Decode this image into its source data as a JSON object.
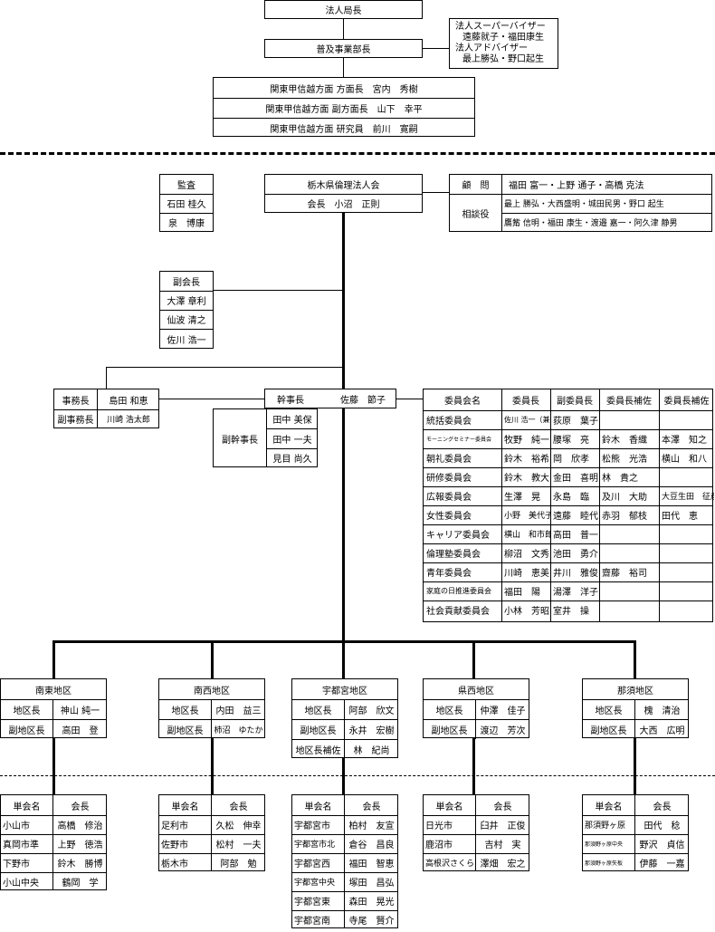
{
  "top": {
    "director": "法人局長",
    "promo_head": "普及事業部長",
    "advisors": [
      "法人スーパーバイザー",
      "遠藤就子・福田康生",
      "法人アドバイザー",
      "最上勝弘・野口起生"
    ],
    "kanto": [
      "関東甲信越方面 方面長　宮内　秀樹",
      "関東甲信越方面 副方面長　山下　幸平",
      "関東甲信越方面 研究員　前川　寛嗣"
    ]
  },
  "org": {
    "name": "栃木県倫理法人会",
    "president": "会長　小沼　正則"
  },
  "audit": {
    "title": "監査",
    "members": [
      "石田 桂久",
      "泉　博康"
    ]
  },
  "advisory": {
    "komon_label": "顧　問",
    "komon": "福田 富一・上野 通子・高橋 克法",
    "sodan_label": "相談役",
    "sodan": [
      "最上 勝弘・大西盛明・城田民男・野口 起生",
      "鷹觜 信明・福田 康生・渡邉 嘉一・阿久津 静男"
    ]
  },
  "vice": {
    "title": "副会長",
    "members": [
      "大澤 章利",
      "仙波 清之",
      "佐川 浩一"
    ]
  },
  "secretariat": {
    "chief_label": "事務長",
    "chief": "島田 和恵",
    "sub_label": "副事務長",
    "sub": "川崎 浩太郎"
  },
  "kanji": {
    "label": "幹事長",
    "name": "佐藤　節子",
    "sub_label": "副幹事長",
    "subs": [
      "田中 美保",
      "田中 一夫",
      "見目 尚久"
    ]
  },
  "committees": {
    "headers": [
      "委員会名",
      "委員長",
      "副委員長",
      "委員長補佐",
      "委員長補佐"
    ],
    "rows": [
      [
        "統括委員会",
        "佐川 浩一（兼務）",
        "荻原　葉子",
        "",
        ""
      ],
      [
        "モーニングセミナー委員会",
        "牧野　純一",
        "腰塚　亮",
        "鈴木　香織",
        "本澤　知之"
      ],
      [
        "朝礼委員会",
        "鈴木　裕希",
        "岡　欣孝",
        "松熊　光浩",
        "横山　和八"
      ],
      [
        "研修委員会",
        "鈴木　教大",
        "金田　喜明",
        "林　貴之",
        ""
      ],
      [
        "広報委員会",
        "生澤　晃",
        "永島　臨",
        "及川　大助",
        "大豆生田　征彦"
      ],
      [
        "女性委員会",
        "小野　美代子",
        "遠藤　睦代",
        "赤羽　郁枝",
        "田代　恵"
      ],
      [
        "キャリア委員会",
        "横山　和市郎",
        "高田　普一",
        "",
        ""
      ],
      [
        "倫理塾委員会",
        "柳沼　文秀",
        "池田　勇介",
        "",
        ""
      ],
      [
        "青年委員会",
        "川崎　恵美",
        "井川　雅俊",
        "齋藤　裕司",
        ""
      ],
      [
        "家庭の日推進委員会",
        "福田　陽",
        "湯澤　洋子",
        "",
        ""
      ],
      [
        "社会貢献委員会",
        "小林　芳昭",
        "室井　操",
        "",
        ""
      ]
    ]
  },
  "districts": [
    {
      "name": "南東地区",
      "roles": [
        [
          "地区長",
          "神山 純一"
        ],
        [
          "副地区長",
          "高田　登"
        ]
      ],
      "branches": [
        [
          "小山市",
          "高橋　修治"
        ],
        [
          "真岡市準",
          "上野　徳浩"
        ],
        [
          "下野市",
          "鈴木　勝博"
        ],
        [
          "小山中央",
          "鶴岡　学"
        ]
      ]
    },
    {
      "name": "南西地区",
      "roles": [
        [
          "地区長",
          "内田　益三"
        ],
        [
          "副地区長",
          "柿沼　ゆたか"
        ]
      ],
      "branches": [
        [
          "足利市",
          "久松　伸幸"
        ],
        [
          "佐野市",
          "松村　一夫"
        ],
        [
          "栃木市",
          "阿部　勉"
        ]
      ]
    },
    {
      "name": "宇都宮地区",
      "roles": [
        [
          "地区長",
          "阿部　欣文"
        ],
        [
          "副地区長",
          "永井　宏樹"
        ],
        [
          "地区長補佐",
          "林　紀尚"
        ]
      ],
      "branches": [
        [
          "宇都宮市",
          "柏村　友宣"
        ],
        [
          "宇都宮市北",
          "倉谷　昌良"
        ],
        [
          "宇都宮西",
          "福田　智恵"
        ],
        [
          "宇都宮中央",
          "塚田　昌弘"
        ],
        [
          "宇都宮東",
          "森田　晃光"
        ],
        [
          "宇都宮南",
          "寺尾　賢介"
        ]
      ]
    },
    {
      "name": "県西地区",
      "roles": [
        [
          "地区長",
          "仲澤　佳子"
        ],
        [
          "副地区長",
          "渡辺　芳次"
        ]
      ],
      "branches": [
        [
          "日光市",
          "臼井　正俊"
        ],
        [
          "鹿沼市",
          "吉村　実"
        ],
        [
          "高根沢さくら",
          "澤畑　宏之"
        ]
      ]
    },
    {
      "name": "那須地区",
      "roles": [
        [
          "地区長",
          "槐　清治"
        ],
        [
          "副地区長",
          "大西　広明"
        ]
      ],
      "branches": [
        [
          "那須野ヶ原",
          "田代　稔"
        ],
        [
          "那須野ヶ原中央",
          "野沢　貞信"
        ],
        [
          "那須野ヶ原矢板",
          "伊藤　一嘉"
        ]
      ]
    }
  ],
  "branch_headers": [
    "単会名",
    "会長"
  ]
}
